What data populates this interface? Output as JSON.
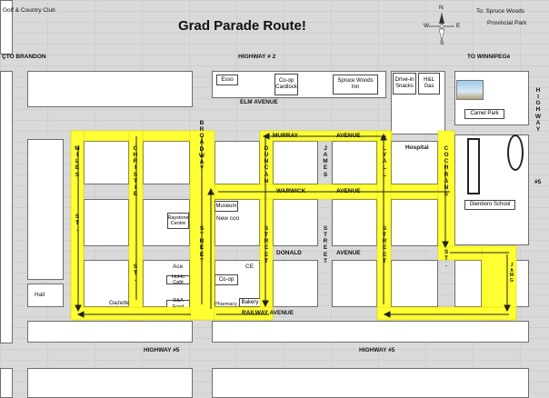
{
  "title": "Grad Parade Route!",
  "corner_labels": {
    "golf_club": "Golf & Country Club",
    "spruce_woods": "To: Spruce Woods",
    "provincial_park": "Provincial Park"
  },
  "compass": {
    "n": "N",
    "s": "S",
    "e": "E",
    "w": "W"
  },
  "roads": {
    "to_brandon": "ÇTO BRANDON",
    "highway2": "HIGHWAY  # 2",
    "to_winnipeg": "TO WINNIPEGè",
    "elm": "ELM AVENUE",
    "murray": "MURRAY",
    "avenue": "AVENUE",
    "warwick": "WARWICK",
    "donald": "DONALD",
    "railway": "RAILWAY AVENUE",
    "highway5_left": "HIGHWAY #5",
    "highway5_right": "HIGHWAY #5",
    "highway_vertical": "HIGHWAY",
    "hwy5_vertical": "#5",
    "miles": "MILES",
    "christie": "CHRISTIE",
    "broadway": "BROADWAY",
    "duncan": "DUNCAN",
    "james": "JAMES",
    "lyall": "LYALL",
    "cochrane": "COCHRANE",
    "street_abbrev": "ST.",
    "street_full": "STREET",
    "vertical_small": "JAMG"
  },
  "places": {
    "esso": "Esso",
    "coop_cardlock_a": "Co-op",
    "coop_cardlock_b": "Cardlock",
    "spruce_inn_a": "Spruce Woods",
    "spruce_inn_b": "Inn",
    "drivein_a": "Drive-in",
    "drivein_b": "Snacks",
    "hl_a": "H&L",
    "hl_b": "Gas",
    "camel_park": "Camel Park",
    "hospital": "Hospital",
    "glenboro_school": "Glenboro School",
    "raystone_a": "Raystone",
    "raystone_b": "Centre",
    "museum": "Museum",
    "newcoo": "New coo",
    "ace": "Ace",
    "hoho": "HoHo Café",
    "ce": "CE",
    "coop": "Co-op",
    "gazette": "Gazette",
    "hall": "Hall",
    "da_food": "D&A Food",
    "pharmacy": "Pharmacy",
    "bakery": "Bakery"
  },
  "colors": {
    "route": "#ffff33",
    "route_stroke": "#e6e600",
    "arrow": "#222222"
  }
}
